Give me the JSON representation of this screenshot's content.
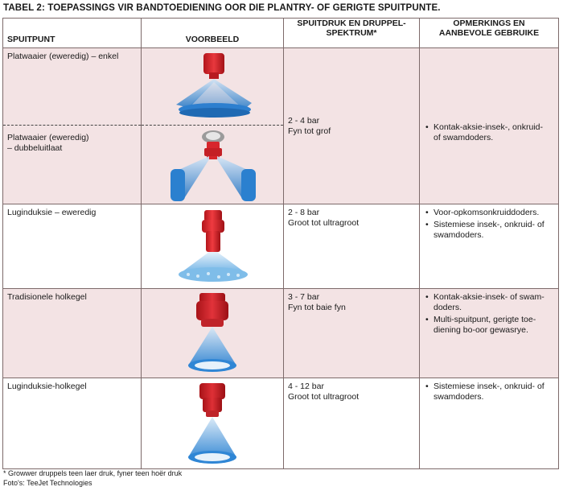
{
  "title": "TABEL 2: TOEPASSINGS VIR BANDTOEDIENING OOR DIE PLANTRY- OF GERIGTE SPUITPUNTE.",
  "headers": {
    "spuitpunt": "SPUITPUNT",
    "voorbeeld": "VOORBEELD",
    "spuitdruk_line1": "SPUITDRUK EN DRUPPEL-",
    "spuitdruk_line2": "SPEKTRUM*",
    "opmerkings_line1": "OPMERKINGS EN",
    "opmerkings_line2": "AANBEVOLE GEBRUIKE"
  },
  "rows": [
    {
      "names": [
        "Platwaaier (eweredig) – enkel",
        "Platwaaier (eweredig)",
        "– dubbeluitlaat"
      ],
      "pressure": "2 - 4 bar",
      "droplet": "Fyn tot grof",
      "remarks": [
        "Kontak-aksie-insek-, onkruid-",
        "of swamdoders."
      ]
    },
    {
      "name": "Luginduksie – eweredig",
      "pressure": "2 - 8 bar",
      "droplet": "Groot tot ultragroot",
      "remarks": [
        "Voor-opkomsonkruiddoders.",
        "Sistemiese insek-, onkruid- of",
        "swamdoders."
      ]
    },
    {
      "name": "Tradisionele holkegel",
      "pressure": "3 - 7 bar",
      "droplet": "Fyn tot baie fyn",
      "remarks": [
        "Kontak-aksie-insek- of swam-",
        "doders.",
        "Multi-spuitpunt, gerigte toe-",
        "diening bo-oor gewasrye."
      ]
    },
    {
      "name": "Luginduksie-holkegel",
      "pressure": "4 - 12 bar",
      "droplet": "Groot tot ultragroot",
      "remarks": [
        "Sistemiese insek-, onkruid- of",
        "swamdoders."
      ]
    }
  ],
  "icons": [
    "flat-fan-single-nozzle-icon",
    "flat-fan-twin-nozzle-icon",
    "air-induction-nozzle-icon",
    "hollow-cone-nozzle-icon",
    "air-induction-hollow-cone-nozzle-icon"
  ],
  "colors": {
    "pink_row": "#f3e3e4",
    "nozzle_red": "#d9262c",
    "spray_blue": "#3a8fd6"
  },
  "footnote1": "* Growwer druppels teen laer druk, fyner teen hoër druk",
  "footnote2": "Foto's: TeeJet Technologies"
}
